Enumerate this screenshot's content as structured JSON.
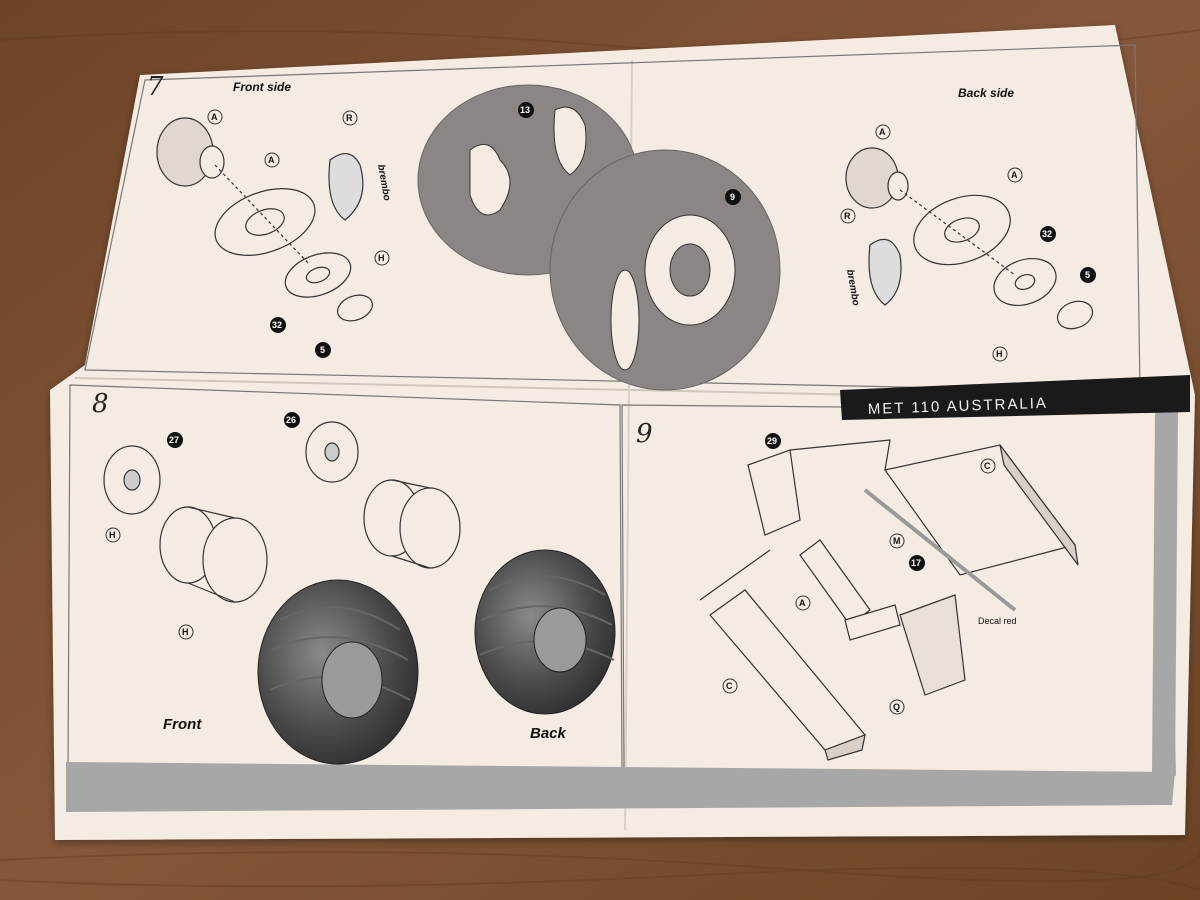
{
  "colors": {
    "wood": "#7a4f2e",
    "paper": "#f4ebe2",
    "band": "#a7a7a7",
    "disc": "#8b8584",
    "tire": "#4a4a4a"
  },
  "steps": {
    "s7": "7",
    "s8": "8",
    "s9": "9"
  },
  "labels": {
    "front_side": "Front side",
    "back_side": "Back side",
    "front": "Front",
    "back": "Back",
    "decal": "Decal red",
    "banner": "MET 110 AUSTRALIA",
    "brembo_a": "brembo",
    "brembo_b": "brembo"
  },
  "part_markers": {
    "a1": "A",
    "a2": "A",
    "r1": "R",
    "h1": "H",
    "n32a": "32",
    "n5a": "5",
    "n13": "13",
    "n9": "9",
    "a3": "A",
    "a4": "A",
    "r2": "R",
    "n32b": "32",
    "n5b": "5",
    "h2": "H",
    "n27": "27",
    "n26": "26",
    "h3": "H",
    "h4": "H",
    "n29": "29",
    "c1": "C",
    "m1": "M",
    "n17": "17",
    "a5": "A",
    "c2": "C",
    "q1": "Q"
  }
}
